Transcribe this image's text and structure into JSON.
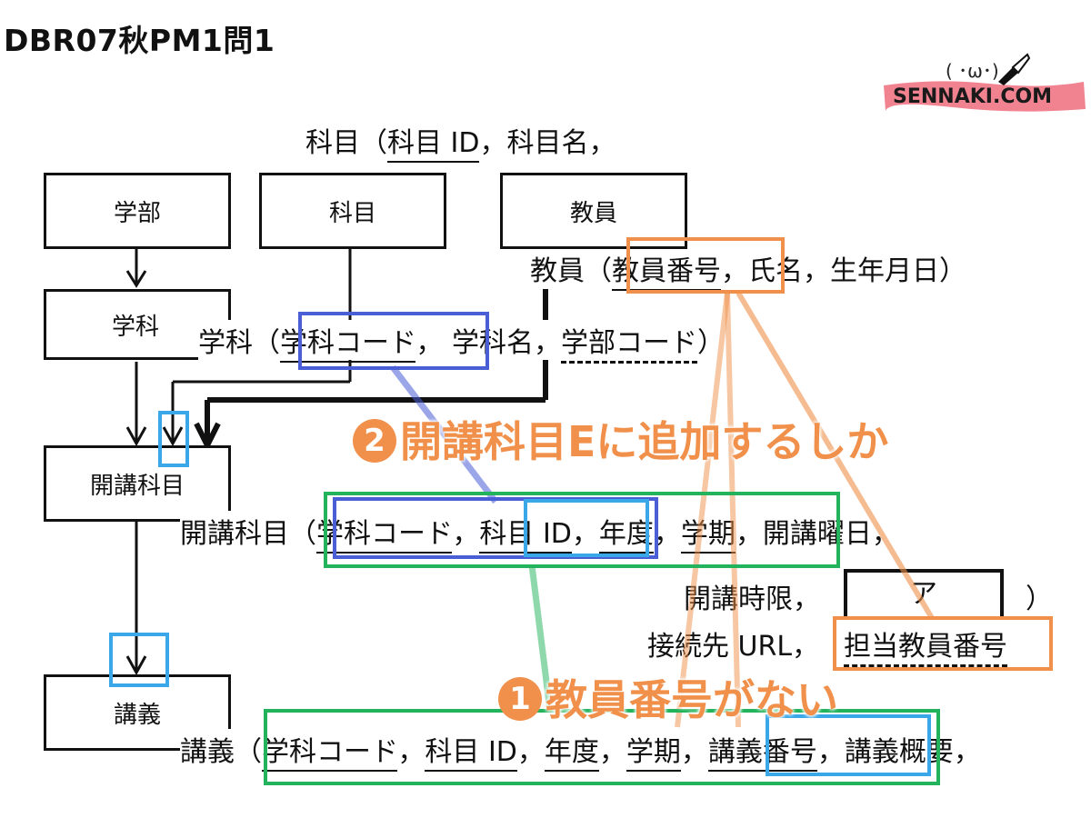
{
  "header": {
    "title": "DBR07秋PM1問1"
  },
  "logo": {
    "face": "( ･ω･)",
    "text": "SENNAKI.COM"
  },
  "diagram": {
    "entities": [
      "学部",
      "科目",
      "教員",
      "学科",
      "開講科目",
      "講義"
    ],
    "relations": {
      "kamoku": {
        "name": "科目（",
        "key": "科目 ID",
        "rest": "，科目名，"
      },
      "kyoin": {
        "name": "教員（",
        "key": "教員番号",
        "rest": "，氏名，生年月日）"
      },
      "gakka": {
        "name": "学科（",
        "key": "学科コード",
        "sep": "，",
        "name2": "学科名，",
        "fk": "学部コード",
        "close": "）"
      },
      "kaiko": {
        "name": "開講科目（",
        "k1": "学科コード",
        "sep1": "，",
        "k2": "科目 ID",
        "sep2": "，",
        "k3": "年度",
        "sep3": "，",
        "k4": "学期",
        "rest": "，開講曜日，",
        "line2a": "開講時限，",
        "blank": "ア",
        "line2b": "）",
        "line3a": "接続先 URL，",
        "fk": "担当教員番号"
      },
      "kogi": {
        "name": "講義（",
        "k1": "学科コード",
        "sep1": "，",
        "k2": "科目 ID",
        "sep2": "，",
        "k3": "年度",
        "sep3": "，",
        "k4": "学期",
        "sep4": "，",
        "k5": "講義番号",
        "rest": "，講義概要，"
      }
    },
    "callouts": {
      "c1_num": "1",
      "c1_text": "教員番号がない",
      "c2_num": "2",
      "c2_text": "開講科目Eに追加するしか"
    },
    "colors": {
      "orange": "#f0904a",
      "green": "#22b35c",
      "blue": "#4a5fd6",
      "lightblue": "#3aa8e8",
      "pink": "#f07585"
    }
  }
}
